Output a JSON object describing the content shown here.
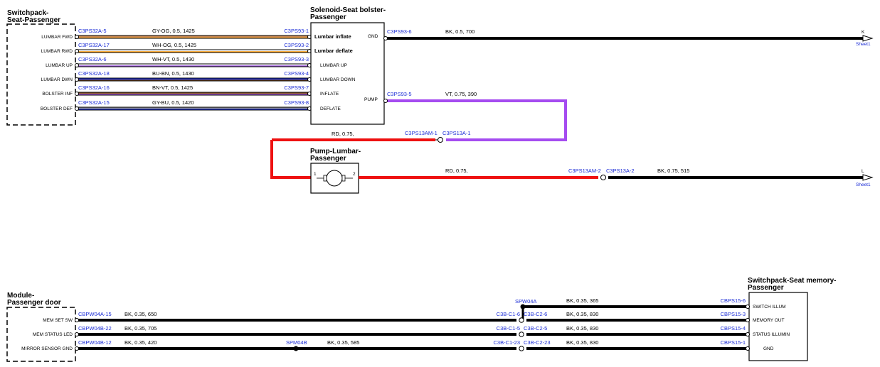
{
  "switchpack_seat": {
    "title_l1": "Switchpack-",
    "title_l2": "Seat-Passenger",
    "pins": [
      "LUMBAR FWD",
      "LUMBAR RWD",
      "LUMBAR UP",
      "LUMBAR DWN",
      "BOLSTER INF",
      "BOLSTER DEF"
    ]
  },
  "solenoid": {
    "title_l1": "Solenoid-Seat bolster-",
    "title_l2": "Passenger",
    "pins": [
      "Lumbar inflate",
      "Lumbar deflate",
      "LUMBAR UP",
      "LUMBAR DOWN",
      "INFLATE",
      "DEFLATE"
    ],
    "gnd": "GND",
    "pump": "PUMP"
  },
  "upper_wires": [
    {
      "left": "C3PS32A-5",
      "label": "GY-OG,  0.5,  1425",
      "right": "C3PS93-1",
      "color": "#cc8a55",
      "stripe": "#e8a040"
    },
    {
      "left": "C3PS32A-17",
      "label": "WH-OG,  0.5,  1425",
      "right": "C3PS93-2",
      "color": "#ffffff",
      "stripe": "#ff9900"
    },
    {
      "left": "C3PS32A-6",
      "label": "WH-VT,  0.5,  1430",
      "right": "C3PS93-3",
      "color": "#ffffff",
      "stripe": "#9a4fe0"
    },
    {
      "left": "C3PS32A-18",
      "label": "BU-BN,  0.5,  1430",
      "right": "C3PS93-4",
      "color": "#1d2fcf",
      "stripe": "#7a4a1a"
    },
    {
      "left": "C3PS32A-16",
      "label": "BN-VT,  0.5,  1425",
      "right": "C3PS93-7",
      "color": "#8a5a28",
      "stripe": "#9a4fe0"
    },
    {
      "left": "C3PS32A-15",
      "label": "GY-BU,  0.5,  1420",
      "right": "C3PS93-8",
      "color": "#909090",
      "stripe": "#1d2fcf"
    }
  ],
  "gnd_wire": {
    "conn": "C3PS93-6",
    "label": "BK,  0.5,  700",
    "dest_letter": "K",
    "sheet": "Sheet1"
  },
  "pump_wire": {
    "conn": "C3PS93-5",
    "label": "VT,  0.75,  390"
  },
  "inline_top": {
    "left": "C3PS13AM-1",
    "right": "C3PS13A-1",
    "rd_label": "RD,  0.75,"
  },
  "pump_motor": {
    "title_l1": "Pump-Lumbar-",
    "title_l2": "Passenger",
    "pin1": "1",
    "pin2": "2"
  },
  "pump_out": {
    "rd_label": "RD,  0.75,",
    "left": "C3PS13AM-2",
    "right": "C3PS13A-2",
    "label": "BK,  0.75,  515",
    "dest_letter": "L",
    "sheet": "Sheet1"
  },
  "module_door": {
    "title_l1": "Module-",
    "title_l2": "Passenger door",
    "pins": [
      "MEM SET SW",
      "MEM STATUS LED",
      "MIRROR SENSOR GND"
    ]
  },
  "memory_switch": {
    "title_l1": "Switchpack-Seat memory-",
    "title_l2": "Passenger",
    "pins": [
      "SWITCH ILLUM",
      "MEMORY OUT",
      "STATUS ILLUMIN",
      "GND"
    ]
  },
  "lower_wires": {
    "splice_top": {
      "name": "SPW04A",
      "label": "BK,  0.35,  365",
      "right": "CBPS15-6"
    },
    "rows": [
      {
        "left": "CBPW04A-15",
        "label": "BK,  0.35,  650",
        "c1": "C3B-C1-6",
        "c2": "C3B-C2-6",
        "label2": "BK,  0.35,  830",
        "right": "CBPS15-3"
      },
      {
        "left": "CBPW04B-22",
        "label": "BK,  0.35,  705",
        "c1": "C3B-C1-5",
        "c2": "C3B-C2-5",
        "label2": "BK,  0.35,  830",
        "right": "CBPS15-4"
      },
      {
        "left": "CBPW04B-12",
        "label": "BK,  0.35,  420",
        "splice": "SPM04B",
        "label_mid": "BK,  0.35,  585",
        "c1": "C3B-C1-23",
        "c2": "C3B-C2-23",
        "label2": "BK,  0.35,  830",
        "right": "CBPS15-1"
      }
    ]
  }
}
